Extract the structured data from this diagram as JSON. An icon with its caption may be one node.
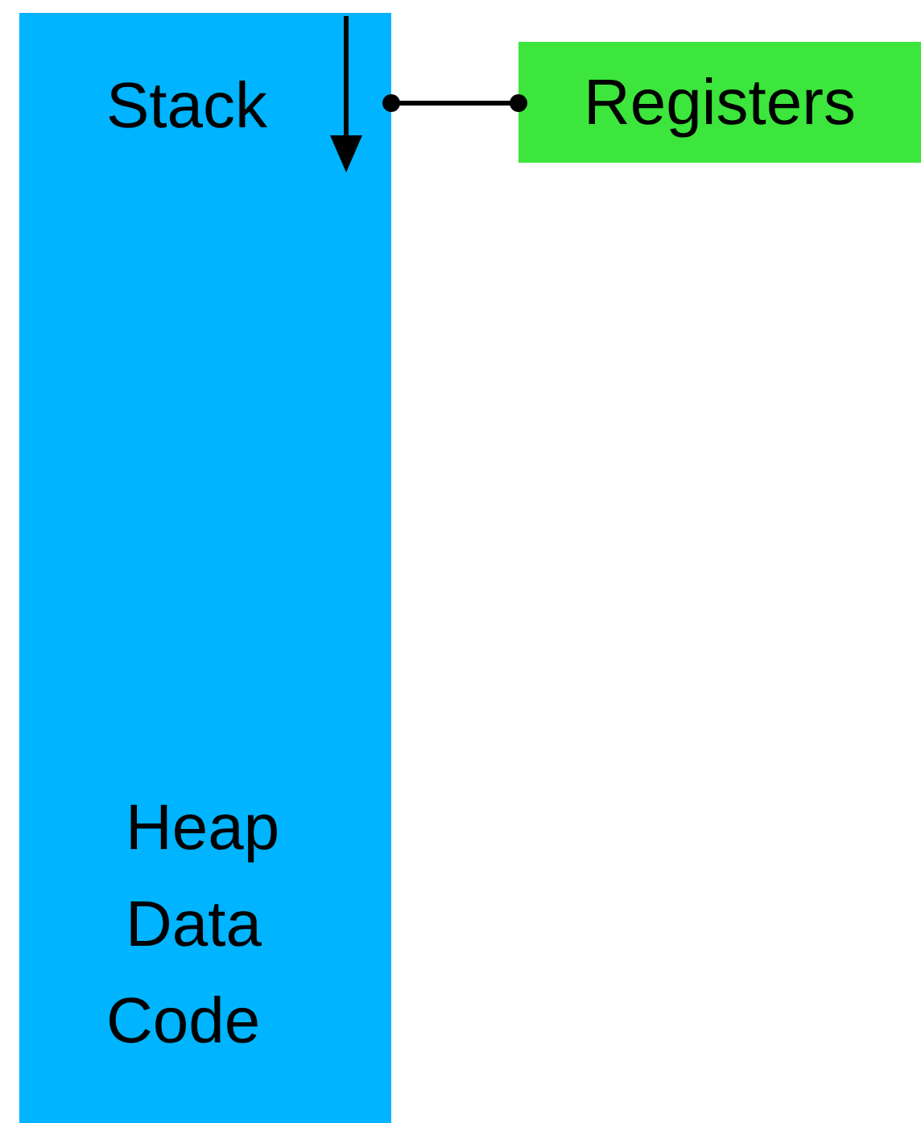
{
  "diagram": {
    "nodes": [
      {
        "text": [
          "Stack",
          "Heap",
          "Data",
          "Code"
        ]
      },
      {
        "text": [
          "Registers"
        ]
      }
    ],
    "edges": [
      {
        "from": 0,
        "to": 1,
        "arrow": "other"
      }
    ]
  }
}
